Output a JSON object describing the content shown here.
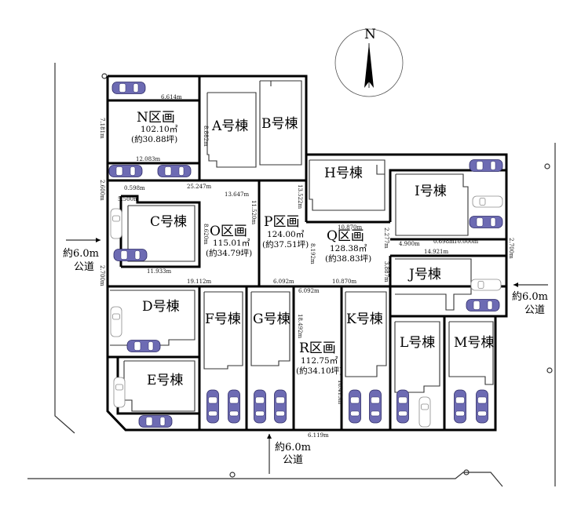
{
  "compass": {
    "label": "N"
  },
  "roads": {
    "west": {
      "line1": "約6.0m",
      "line2": "公道"
    },
    "east": {
      "line1": "約6.0m",
      "line2": "公道"
    },
    "south": {
      "line1": "約6.0m",
      "line2": "公道"
    }
  },
  "sections": {
    "N": {
      "title": "N区画",
      "area": "102.10㎡",
      "tsubo": "(約30.88坪)"
    },
    "O": {
      "title": "O区画",
      "area": "115.01㎡",
      "tsubo": "(約34.79坪)"
    },
    "P": {
      "title": "P区画",
      "area": "124.00㎡",
      "tsubo": "(約37.51坪)"
    },
    "Q": {
      "title": "Q区画",
      "area": "128.38㎡",
      "tsubo": "(約38.83坪)"
    },
    "R": {
      "title": "R区画",
      "area": "112.75㎡",
      "tsubo": "(約34.10坪)"
    }
  },
  "buildings": {
    "A": "A号棟",
    "B": "B号棟",
    "C": "C号棟",
    "D": "D号棟",
    "E": "E号棟",
    "F": "F号棟",
    "G": "G号棟",
    "H": "H号棟",
    "I": "I号棟",
    "J": "J号棟",
    "K": "K号棟",
    "L": "L号棟",
    "M": "M号棟"
  },
  "dimensions": {
    "d6614": "6.614m",
    "d7181": "7.181m",
    "d12083": "12.083m",
    "d8882": "8.882m",
    "d25247": "25.247m",
    "d13647": "13.647m",
    "d2600": "2.600m",
    "d0598": "0.598m",
    "d5500": "5.500m",
    "d8620": "8.620m",
    "d11933": "11.933m",
    "d2700a": "2.700m",
    "d19112": "19.112m",
    "d11520": "11.520m",
    "d13522": "13.522m",
    "d6092a": "6.092m",
    "d6092b": "6.092m",
    "d10870a": "10.870m",
    "d10870b": "10.870m",
    "d8192": "8.192m",
    "d2277": "2.277m",
    "d4900": "4.900m",
    "d0698": "0.698m",
    "d10000": "10.000m",
    "d14921": "14.921m",
    "d2700b": "2.700m",
    "d3887": "3.887m",
    "d18492": "18.492m",
    "d18415": "18.415m",
    "d6119": "6.119m"
  }
}
